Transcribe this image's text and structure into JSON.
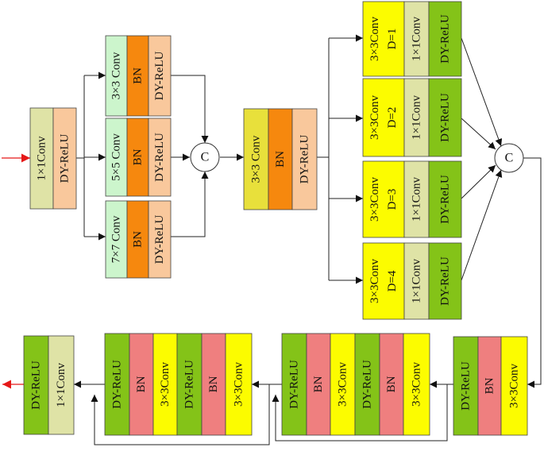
{
  "colors": {
    "olive_pale": "#dfe3a6",
    "peach": "#f9c89c",
    "mint": "#ccf5cc",
    "orange": "#f6880e",
    "mustard": "#e8e03b",
    "yellow": "#fcfc00",
    "green": "#84c318",
    "pink": "#ef7f7f",
    "line": "#222222",
    "red_arrow": "#e51818"
  },
  "stage1": {
    "input_block": [
      "1×1Conv",
      "DY-ReLU"
    ],
    "branch_3": [
      "3×3 Conv",
      "BN",
      "DY-ReLU"
    ],
    "branch_5": [
      "5×5 Conv",
      "BN",
      "DY-ReLU"
    ],
    "branch_7": [
      "7×7 Conv",
      "BN",
      "DY-ReLU"
    ],
    "concat": "C"
  },
  "stage2": {
    "mid_block": [
      "3×3 Conv",
      "BN",
      "DY-ReLU"
    ],
    "dil_1": [
      "3×3Conv",
      "D=1",
      "1×1Conv",
      "DY-ReLU"
    ],
    "dil_2": [
      "3×3Conv",
      "D=2",
      "1×1Conv",
      "DY-ReLU"
    ],
    "dil_3": [
      "3×3Conv",
      "D=3",
      "1×1Conv",
      "DY-ReLU"
    ],
    "dil_4": [
      "3×3Conv",
      "D=4",
      "1×1Conv",
      "DY-ReLU"
    ],
    "concat": "C"
  },
  "stage3": {
    "block_a": [
      "DY-ReLU",
      "BN",
      "3×3Conv"
    ],
    "block_b": [
      "DY-ReLU",
      "BN",
      "3×3Conv",
      "DY-ReLU",
      "BN",
      "3×3Conv"
    ],
    "block_c": [
      "DY-ReLU",
      "BN",
      "3×3Conv",
      "DY-ReLU",
      "BN",
      "3×3Conv"
    ],
    "output_block": [
      "DY-ReLU",
      "1×1Conv"
    ]
  }
}
